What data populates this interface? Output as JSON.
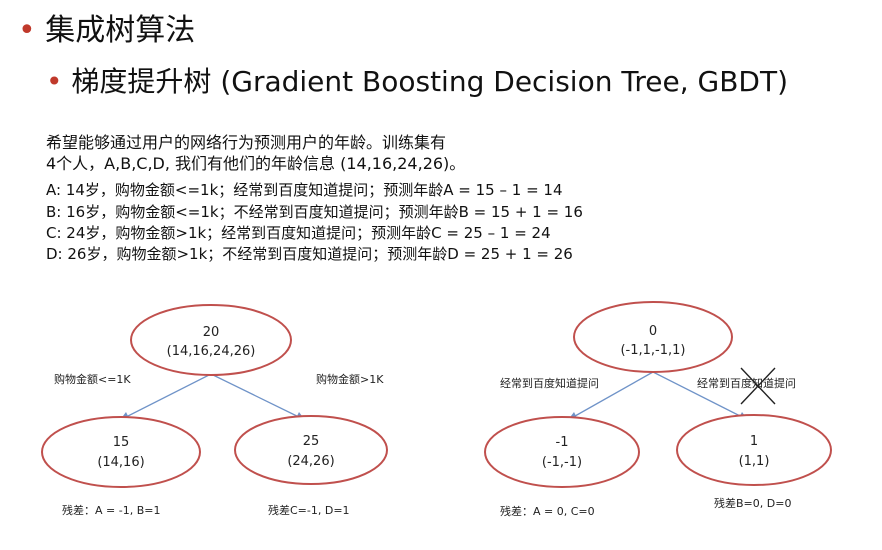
{
  "heading": {
    "bullet": "•",
    "title": "集成树算法"
  },
  "subheading": {
    "bullet": "•",
    "title": "梯度提升树 (Gradient Boosting Decision Tree, GBDT)"
  },
  "description": {
    "line1": "希望能够通过用户的网络行为预测用户的年龄。训练集有",
    "line2": "4个人，A,B,C,D, 我们有他们的年龄信息 (14,16,24,26)。",
    "rows": [
      "A: 14岁，购物金额<=1k；经常到百度知道提问；预测年龄A = 15 – 1 = 14",
      "B: 16岁，购物金额<=1k；不经常到百度知道提问；预测年龄B = 15 + 1 = 16",
      "C: 24岁，购物金额>1k；经常到百度知道提问；预测年龄C = 25 – 1 = 24",
      "D: 26岁，购物金额>1k；不经常到百度知道提问；预测年龄D = 25 + 1 = 26"
    ]
  },
  "tree1": {
    "root": {
      "value": "20",
      "set": "(14,16,24,26)"
    },
    "left_edge": "购物金额<=1K",
    "right_edge": "购物金额>1K",
    "left": {
      "value": "15",
      "set": "(14,16)"
    },
    "right": {
      "value": "25",
      "set": "(24,26)"
    },
    "left_residual": "残差：A = -1, B=1",
    "right_residual": "残差C=-1, D=1"
  },
  "tree2": {
    "root": {
      "value": "0",
      "set": "(-1,1,-1,1)"
    },
    "left_edge": "经常到百度知道提问",
    "right_edge": "经常到百度知道提问",
    "left": {
      "value": "-1",
      "set": "(-1,-1)"
    },
    "right": {
      "value": "1",
      "set": "(1,1)"
    },
    "left_residual": "残差：A = 0, C=0",
    "right_residual": "残差B=0, D=0"
  },
  "colors": {
    "node_stroke": "#c0504d",
    "edge": "#6f93c8",
    "bullet": "#c0392b",
    "cross": "#222222"
  }
}
